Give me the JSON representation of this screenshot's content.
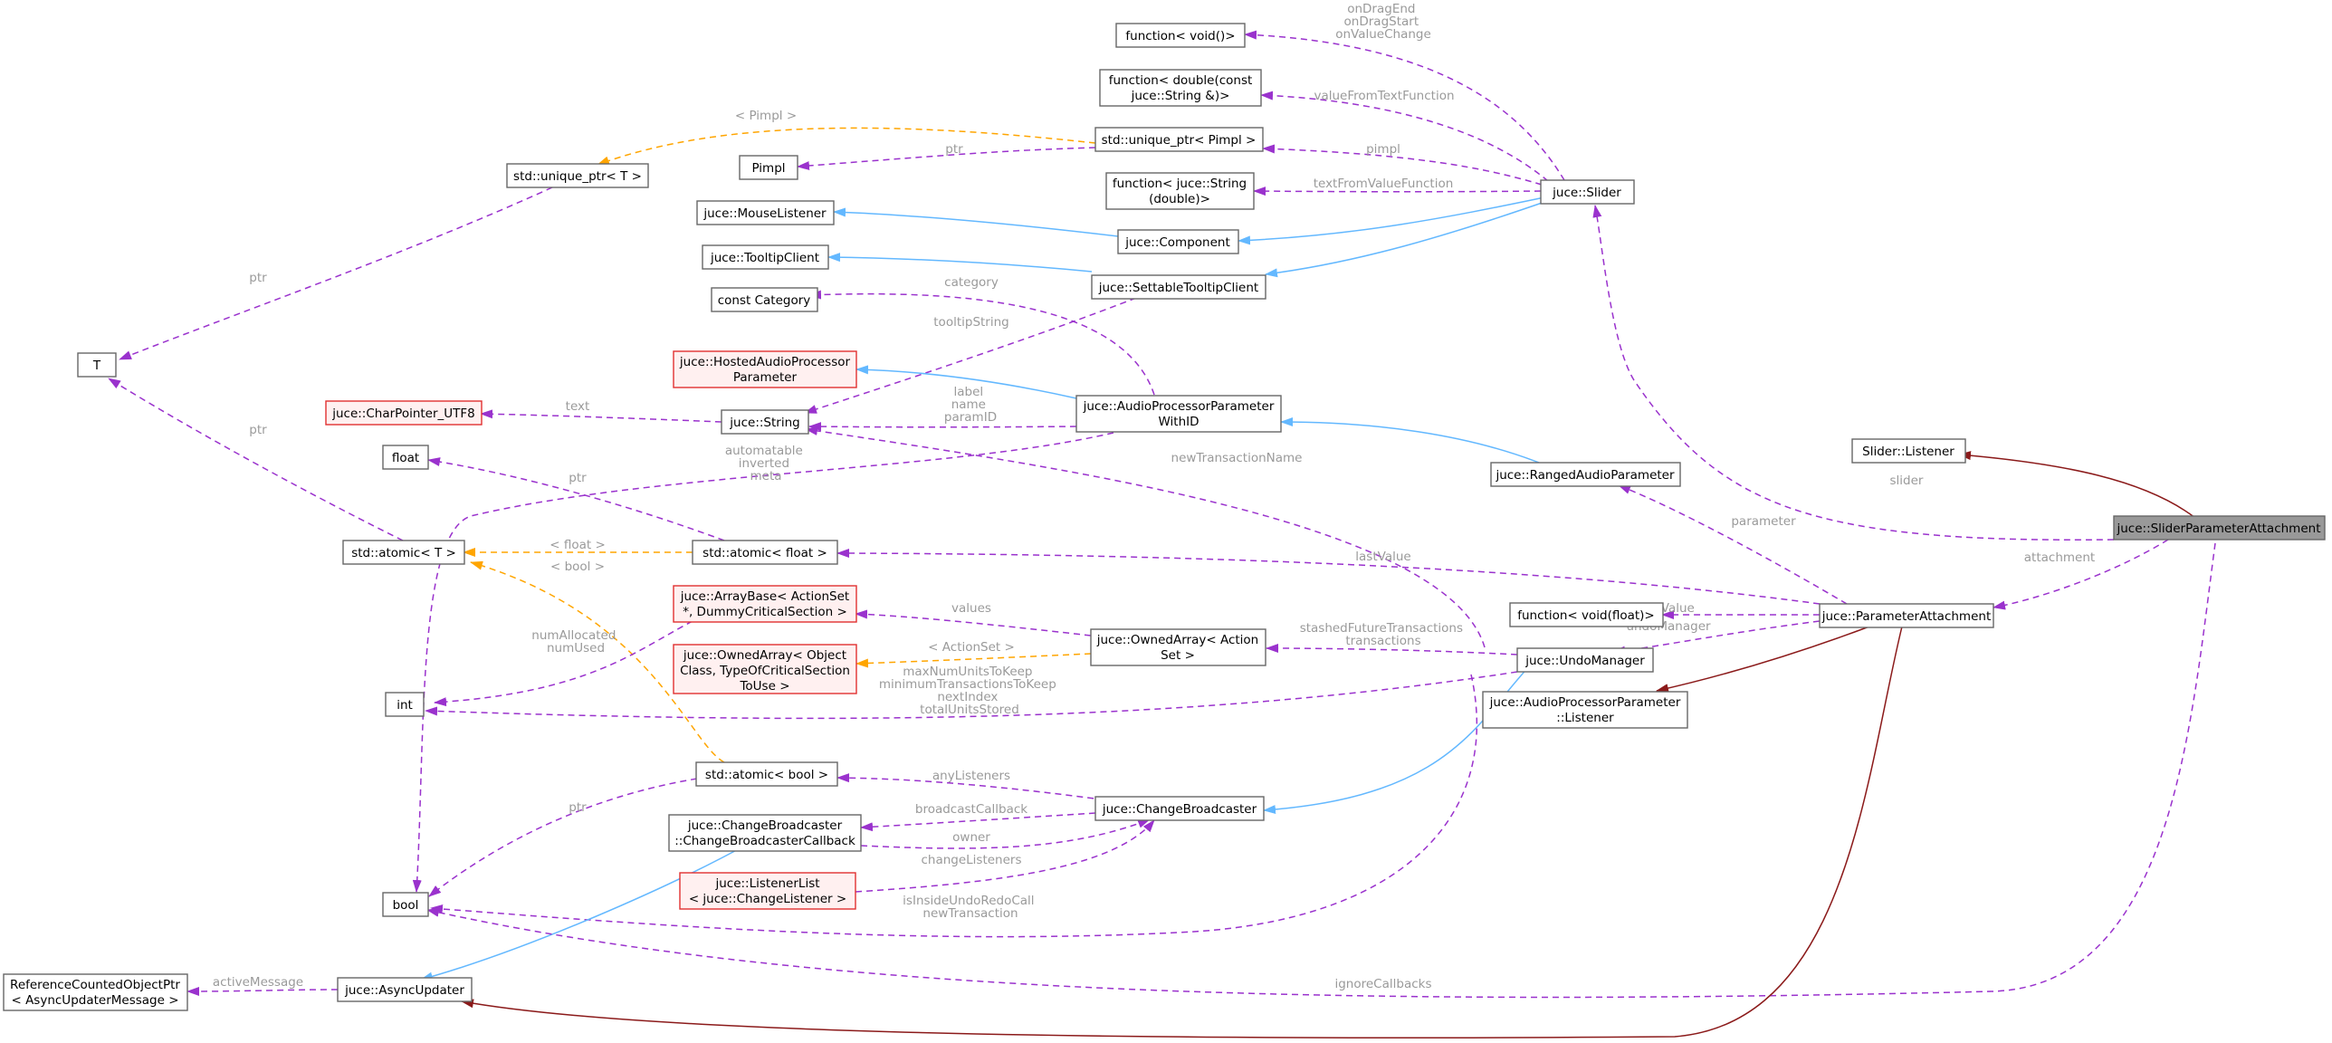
{
  "nodes": {
    "void_fn": {
      "lines": [
        "function< void()>"
      ]
    },
    "double_fn": {
      "lines": [
        "function< double(const",
        "juce::String &)>"
      ]
    },
    "unique_pimpl": {
      "lines": [
        "std::unique_ptr< Pimpl >"
      ]
    },
    "pimpl": {
      "lines": [
        "Pimpl"
      ]
    },
    "unique_t": {
      "lines": [
        "std::unique_ptr< T >"
      ]
    },
    "string_fn": {
      "lines": [
        "function< juce::String",
        "(double)>"
      ]
    },
    "slider": {
      "lines": [
        "juce::Slider"
      ]
    },
    "mouse_listener": {
      "lines": [
        "juce::MouseListener"
      ]
    },
    "component": {
      "lines": [
        "juce::Component"
      ]
    },
    "tooltip_client": {
      "lines": [
        "juce::TooltipClient"
      ]
    },
    "settable_tooltip": {
      "lines": [
        "juce::SettableTooltipClient"
      ]
    },
    "const_category": {
      "lines": [
        "const Category"
      ]
    },
    "hosted_param": {
      "lines": [
        "juce::HostedAudioProcessor",
        "Parameter"
      ]
    },
    "t": {
      "lines": [
        "T"
      ]
    },
    "charptr": {
      "lines": [
        "juce::CharPointer_UTF8"
      ]
    },
    "string": {
      "lines": [
        "juce::String"
      ]
    },
    "apwithid": {
      "lines": [
        "juce::AudioProcessorParameter",
        "WithID"
      ]
    },
    "float": {
      "lines": [
        "float"
      ]
    },
    "slider_listener": {
      "lines": [
        "Slider::Listener"
      ]
    },
    "ranged": {
      "lines": [
        "juce::RangedAudioParameter"
      ]
    },
    "spa": {
      "lines": [
        "juce::SliderParameterAttachment"
      ]
    },
    "atomic_t": {
      "lines": [
        "std::atomic< T >"
      ]
    },
    "atomic_float": {
      "lines": [
        "std::atomic< float >"
      ]
    },
    "arraybase": {
      "lines": [
        "juce::ArrayBase< ActionSet",
        "*, DummyCriticalSection >"
      ]
    },
    "owned_action": {
      "lines": [
        "juce::OwnedArray< Action",
        "Set >"
      ]
    },
    "void_float_fn": {
      "lines": [
        "function< void(float)>"
      ]
    },
    "param_attach": {
      "lines": [
        "juce::ParameterAttachment"
      ]
    },
    "undo_manager": {
      "lines": [
        "juce::UndoManager"
      ]
    },
    "owned_object": {
      "lines": [
        "juce::OwnedArray< Object",
        "Class, TypeOfCriticalSection",
        "ToUse >"
      ]
    },
    "int": {
      "lines": [
        "int"
      ]
    },
    "ap_listener": {
      "lines": [
        "juce::AudioProcessorParameter",
        "::Listener"
      ]
    },
    "atomic_bool": {
      "lines": [
        "std::atomic< bool >"
      ]
    },
    "cb_callback": {
      "lines": [
        "juce::ChangeBroadcaster",
        "::ChangeBroadcasterCallback"
      ]
    },
    "change_bc": {
      "lines": [
        "juce::ChangeBroadcaster"
      ]
    },
    "listener_list": {
      "lines": [
        "juce::ListenerList",
        "< juce::ChangeListener >"
      ]
    },
    "bool": {
      "lines": [
        "bool"
      ]
    },
    "rcop": {
      "lines": [
        "ReferenceCountedObjectPtr",
        "< AsyncUpdaterMessage >"
      ]
    },
    "async": {
      "lines": [
        "juce::AsyncUpdater"
      ]
    }
  },
  "edge_labels": {
    "onDrag": [
      "onDragEnd",
      "onDragStart",
      "onValueChange"
    ],
    "valueFromText": [
      "valueFromTextFunction"
    ],
    "pimpl_tpl": [
      "< Pimpl >"
    ],
    "ptr_pimpl": [
      "ptr"
    ],
    "pimpl": [
      "pimpl"
    ],
    "textFromValue": [
      "textFromValueFunction"
    ],
    "ptr_unique_t": [
      "ptr"
    ],
    "category": [
      "category"
    ],
    "tooltipString": [
      "tooltipString"
    ],
    "text": [
      "text"
    ],
    "label_name": [
      "label",
      "name",
      "paramID"
    ],
    "automatable": [
      "automatable",
      "inverted",
      "meta"
    ],
    "ptr_atomic_t": [
      "ptr"
    ],
    "ptr_atomic_float": [
      "ptr"
    ],
    "newTransactionName": [
      "newTransactionName"
    ],
    "slider": [
      "slider"
    ],
    "float_tpl": [
      "< float >"
    ],
    "bool_tpl": [
      "< bool >"
    ],
    "lastValue": [
      "lastValue"
    ],
    "parameter": [
      "parameter"
    ],
    "attachment": [
      "attachment"
    ],
    "values": [
      "values"
    ],
    "actionset_tpl": [
      "< ActionSet >"
    ],
    "stashed": [
      "stashedFutureTransactions",
      "transactions"
    ],
    "setValue": [
      "setValue"
    ],
    "undoManager": [
      "undoManager"
    ],
    "numAllocated": [
      "numAllocated",
      "numUsed"
    ],
    "maxNum": [
      "maxNumUnitsToKeep",
      "minimumTransactionsToKeep",
      "nextIndex",
      "totalUnitsStored"
    ],
    "anyListeners": [
      "anyListeners"
    ],
    "broadcastCallback": [
      "broadcastCallback"
    ],
    "ptr_bool": [
      "ptr"
    ],
    "owner": [
      "owner"
    ],
    "changeListeners": [
      "changeListeners"
    ],
    "isInsideUndo": [
      "isInsideUndoRedoCall",
      "newTransaction"
    ],
    "activeMessage": [
      "activeMessage"
    ],
    "ignoreCallbacks": [
      "ignoreCallbacks"
    ]
  },
  "colors": {
    "usage": "#9a32cd",
    "template": "#ffa500",
    "public_inheritance": "#63b8ff",
    "protected_inheritance": "#8b1a1a",
    "label": "#9a9a9a",
    "focus_fill": "#999999",
    "red_border": "#e03030"
  }
}
